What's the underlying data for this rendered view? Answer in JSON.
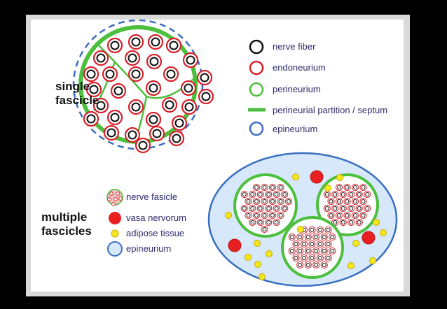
{
  "section_single": {
    "line1": "single",
    "line2": "fascicle"
  },
  "section_multiple": {
    "line1": "multiple",
    "line2": "fascicles"
  },
  "legend_single": [
    {
      "label": "nerve fiber",
      "icon": "black-ring-icon",
      "color": "#111111"
    },
    {
      "label": "endoneurium",
      "icon": "red-ring-icon",
      "color": "#d8202a"
    },
    {
      "label": "perineurium",
      "icon": "green-ring-icon",
      "color": "#4cbf3c"
    },
    {
      "label": "perineurial partition / septum",
      "icon": "green-line-icon",
      "color": "#4cbf3c"
    },
    {
      "label": "epineurium",
      "icon": "blue-ring-icon",
      "color": "#3a6fbf"
    }
  ],
  "legend_multiple": [
    {
      "label": "nerve fasicle",
      "icon": "fascicle-icon"
    },
    {
      "label": "vasa nervorum",
      "icon": "red-dot-icon",
      "color": "#e82020"
    },
    {
      "label": "adipose tissue",
      "icon": "yellow-dot-icon",
      "color": "#f5e81c"
    },
    {
      "label": "epineurium",
      "icon": "light-blue-dot-icon",
      "color": "#d7e8fb"
    }
  ],
  "colors": {
    "background": "#000000",
    "frame": "#d9d9d9",
    "panel": "#ffffff",
    "epineurium_fill": "#d7e8fb",
    "epineurium_stroke": "#3a6fbf"
  }
}
